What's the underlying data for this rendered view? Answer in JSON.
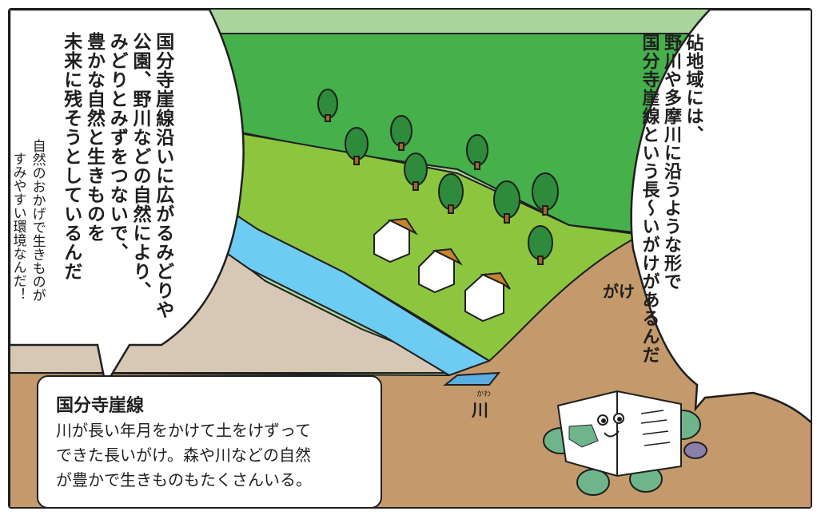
{
  "left_bubble": {
    "lines": [
      "国分寺崖線沿いに広がるみどりや",
      "公園、野川などの自然により、",
      "みどりとみずをつないで、",
      "豊かな自然と生きものを",
      "未来に残そうとしているんだ"
    ]
  },
  "right_bubble": {
    "lines": [
      "砧地域には、",
      "野川や多摩川に沿うような形で",
      "国分寺崖線という長～いがけがあるんだ"
    ]
  },
  "handwritten": {
    "line1": "自然のおかげで生きものが",
    "line2": "すみやすい環境なんだ！"
  },
  "labels": {
    "cliff": "がけ",
    "river": "川",
    "river_ruby": "かわ"
  },
  "info_box": {
    "title": "国分寺崖線",
    "lines": [
      "川が長い年月をかけて土をけずって",
      "できた長いがけ。森や川などの自然",
      "が豊かで生きものもたくさんいる。"
    ]
  },
  "colors": {
    "sky": "#a9d49b",
    "forest": "#46b04a",
    "tree": "#2e8b3c",
    "grass": "#8cc63f",
    "river": "#6ecbf2",
    "ground": "#c49a6c",
    "roof": "#c8832f"
  }
}
